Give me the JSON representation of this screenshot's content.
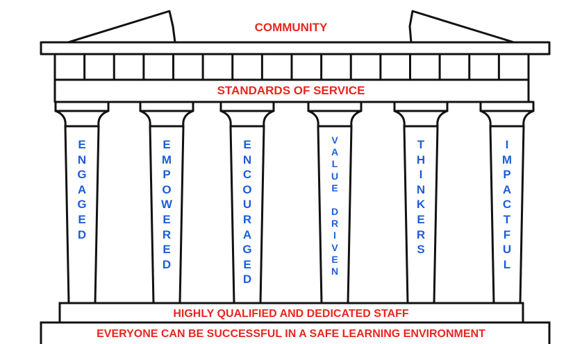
{
  "roof": {
    "title": "COMMUNITY"
  },
  "frieze": {
    "title": "STANDARDS OF SERVICE"
  },
  "columns": [
    {
      "word": "ENGAGED"
    },
    {
      "word": "EMPOWERED"
    },
    {
      "word": "ENCOURAGED"
    },
    {
      "word": "VALUE DRIVEN"
    },
    {
      "word": "THINKERS"
    },
    {
      "word": "IMPACTFUL"
    }
  ],
  "foundation": {
    "upper": "HIGHLY QUALIFIED AND DEDICATED STAFF",
    "lower": "EVERYONE CAN BE SUCCESSFUL IN A SAFE LEARNING ENVIRONMENT"
  },
  "colors": {
    "title_red": "#e8261e",
    "pillar_blue": "#1d5ed8",
    "outline": "#111111"
  }
}
